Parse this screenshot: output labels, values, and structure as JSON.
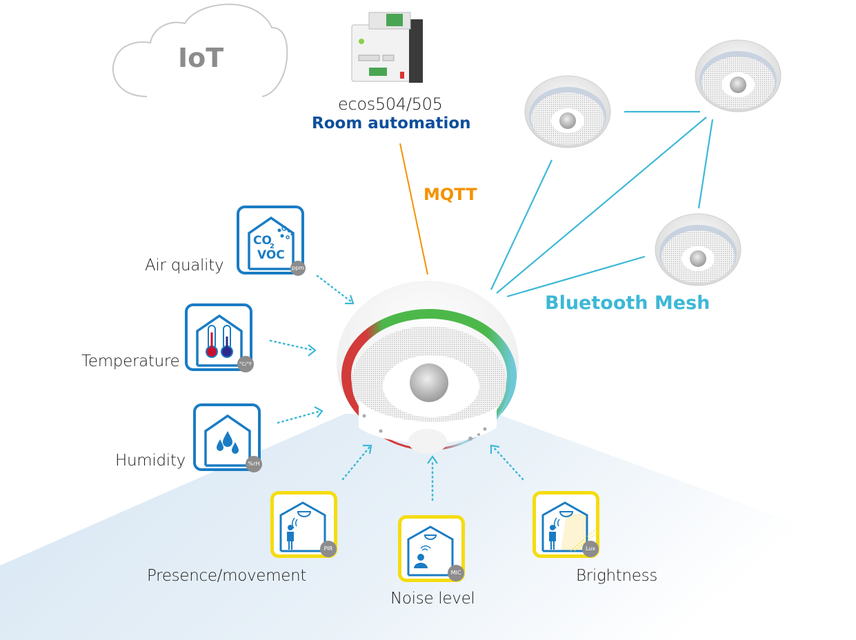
{
  "cloud": {
    "label": "IoT",
    "icon": "cloud-icon"
  },
  "controller": {
    "model": "ecos504/505",
    "title": "Room automation",
    "icon": "controller-device-icon"
  },
  "protocols": {
    "mqtt": "MQTT",
    "bluetooth": "Bluetooth Mesh"
  },
  "colors": {
    "mqtt": "#f39200",
    "bluetooth": "#3db8d6",
    "room_automation": "#0d4f9c",
    "icon_border_blue": "#1a7cc4",
    "icon_border_yellow": "#f5dc10",
    "badge_gray": "#8c8c8c",
    "led_green": "#4cb84a",
    "led_red": "#d33a3a",
    "led_cyan": "#6fc8d8"
  },
  "central_device": {
    "name": "multi-sensor",
    "icon": "ceiling-sensor-icon"
  },
  "mesh_nodes": [
    {
      "name": "mesh-node-1"
    },
    {
      "name": "mesh-node-2"
    },
    {
      "name": "mesh-node-3"
    }
  ],
  "sensors": [
    {
      "label": "Air quality",
      "badge": "ppm",
      "icon": "air-quality-icon",
      "text1": "CO",
      "sub": "2",
      "text2": "VOC"
    },
    {
      "label": "Temperature",
      "badge": "°C/°F",
      "icon": "thermometer-icon"
    },
    {
      "label": "Humidity",
      "badge": "%rH",
      "icon": "water-drops-icon"
    },
    {
      "label": "Presence/movement",
      "badge": "PIR",
      "icon": "presence-icon"
    },
    {
      "label": "Noise level",
      "badge": "MIC",
      "icon": "microphone-person-icon"
    },
    {
      "label": "Brightness",
      "badge": "Lux",
      "icon": "brightness-icon"
    }
  ]
}
